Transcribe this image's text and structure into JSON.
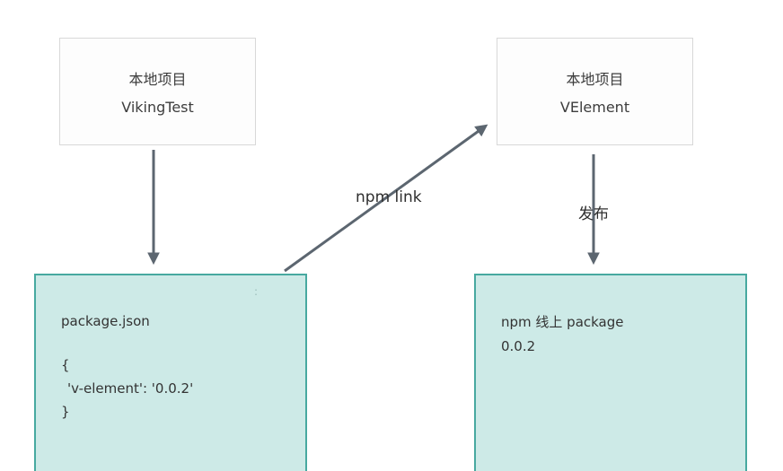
{
  "diagram": {
    "nodes": {
      "viking_test": {
        "title": "本地项目",
        "subtitle": "VikingTest"
      },
      "v_element": {
        "title": "本地项目",
        "subtitle": "VElement"
      },
      "package_json": {
        "title": "package.json",
        "code": {
          "open": "{",
          "entry": "'v-element': '0.0.2'",
          "close": "}"
        }
      },
      "npm_package": {
        "title": "npm 线上 package",
        "version": "0.0.2"
      }
    },
    "edges": {
      "npm_link": "npm link",
      "publish": "发布"
    },
    "colors": {
      "teal_fill": "#cdeae7",
      "teal_border": "#47a9a0",
      "arrow_gray": "#5c6670"
    },
    "artifact_dots": ":"
  }
}
